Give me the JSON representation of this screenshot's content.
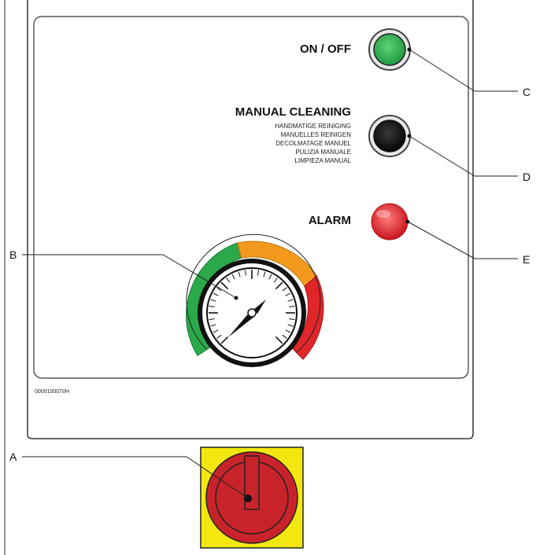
{
  "panel": {
    "on_off_label": "ON / OFF",
    "manual_cleaning_label": "MANUAL CLEANING",
    "manual_cleaning_translations": [
      "HANDMATIGE REINIGING",
      "MANUELLES REINIGEN",
      "DECOLMATAGE MANUEL",
      "PULIZIA MANUALE",
      "LIMPIEZA MANUAL"
    ],
    "alarm_label": "ALARM",
    "code": "000010007I/H"
  },
  "callouts": {
    "a": "A",
    "b": "B",
    "c": "C",
    "d": "D",
    "e": "E"
  },
  "colors": {
    "on_off_lamp": "#2bb24c",
    "manual_cleaning_button": "#111111",
    "alarm_lamp": "#e8262a",
    "gauge_green": "#2aa84a",
    "gauge_orange": "#f39a1e",
    "gauge_red": "#e1262a",
    "switch_plate": "#f2e80f",
    "switch_knob": "#c8232b"
  }
}
